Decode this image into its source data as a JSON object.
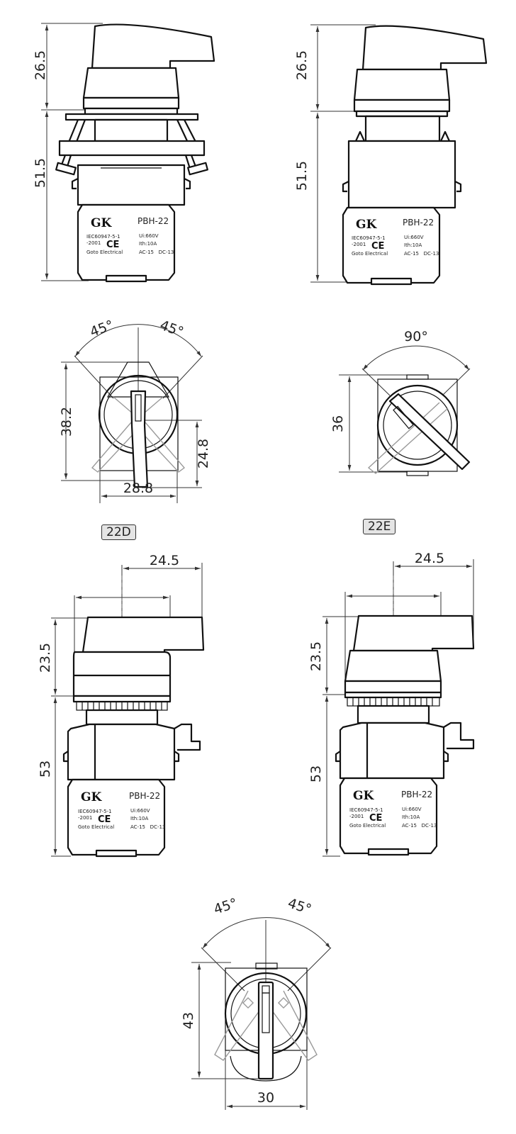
{
  "drawing": {
    "model_labels": {
      "left": "22D",
      "right": "22E"
    },
    "switch_body": {
      "brand": "GK",
      "model": "PBH-22",
      "standard_line1": "IEC60947-5-1",
      "standard_line2": "-2001",
      "certification": "CE",
      "manufacturer": "Goto Electrical",
      "rating_voltage": "Ui:660V",
      "rating_current": "Ith:10A",
      "utilization": "AC-15   DC-13"
    },
    "views": {
      "top_left_side": {
        "dim_top": "26.5",
        "dim_body": "51.5"
      },
      "top_right_side": {
        "dim_top": "26.5",
        "dim_body": "51.5"
      },
      "front_left": {
        "angle_left": "45°",
        "angle_right": "45°",
        "dim_height": "38.2",
        "dim_lever": "24.8",
        "dim_width": "28.8"
      },
      "front_right": {
        "angle": "90°",
        "dim_height": "36"
      },
      "side_22d": {
        "dim_lever_reach": "24.5",
        "dim_top": "23.5",
        "dim_body": "53"
      },
      "side_22e": {
        "dim_lever_reach": "24.5",
        "dim_top": "23.5",
        "dim_body": "53"
      },
      "front_bottom": {
        "angle_left": "45°",
        "angle_right": "45°",
        "dim_height": "43",
        "dim_width": "30"
      }
    }
  }
}
